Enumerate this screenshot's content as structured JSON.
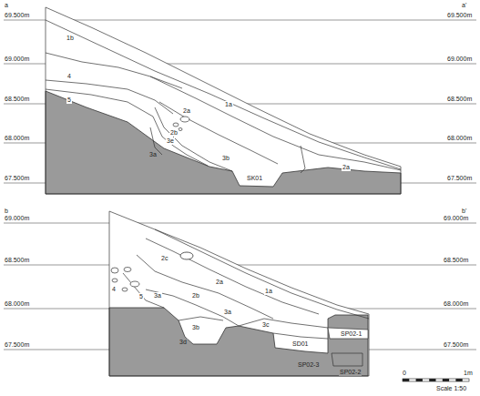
{
  "diagram": {
    "labels": [
      "a",
      "69.500m",
      "a'",
      "69.500m",
      "69.000m",
      "69.000m",
      "68.500m",
      "68.500m",
      "68.000m",
      "68.000m",
      "67.500m",
      "67.500m",
      "1b",
      "1a",
      "4",
      "5",
      "2a",
      "2b",
      "3e",
      "3a",
      "3b",
      "SK01",
      "2a",
      "b",
      "69.000m",
      "b'",
      "69.000m",
      "68.500m",
      "68.500m",
      "68.000m",
      "68.000m",
      "67.500m",
      "67.500m",
      "4",
      "2c",
      "5",
      "3a",
      "2b",
      "2a",
      "1a",
      "3a",
      "3b",
      "3c",
      "3d",
      "SD01",
      "SP02-1",
      "SP02-3",
      "SP02-2",
      "0",
      "1m",
      "Scale 1:50"
    ]
  }
}
